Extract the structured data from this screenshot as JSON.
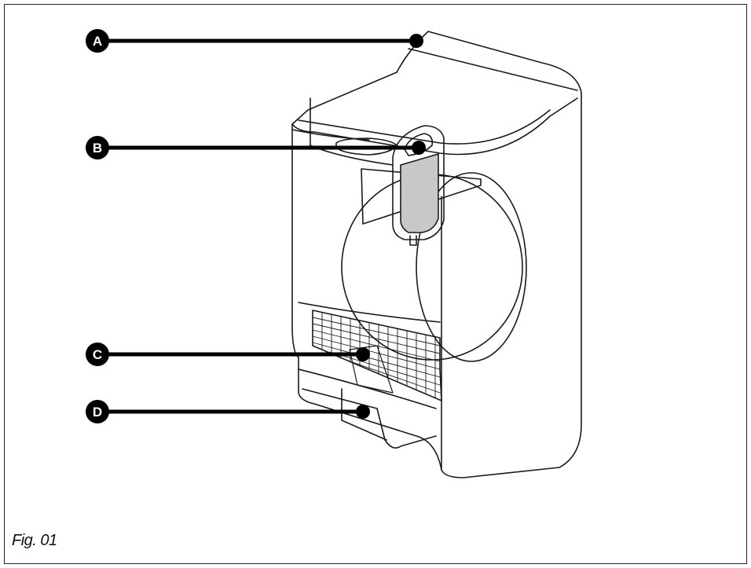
{
  "caption": "Fig. 01",
  "callouts": [
    {
      "id": "A",
      "letter": "A"
    },
    {
      "id": "B",
      "letter": "B"
    },
    {
      "id": "C",
      "letter": "C"
    },
    {
      "id": "D",
      "letter": "D"
    }
  ],
  "colors": {
    "line": "#1a1a1a",
    "tank_fill": "#c8c8c8",
    "callout_fill": "#000000",
    "callout_text": "#ffffff"
  }
}
